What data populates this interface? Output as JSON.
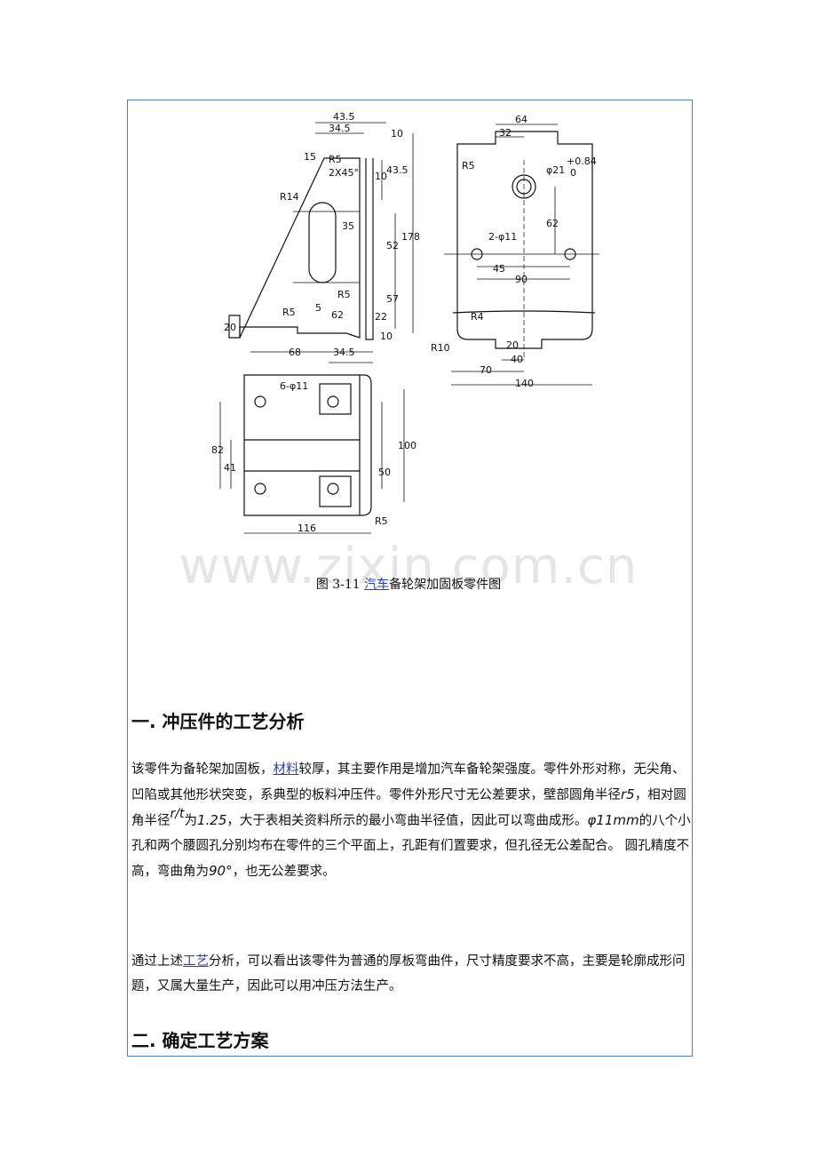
{
  "figure": {
    "caption_prefix": "图 3-11",
    "caption_link": "汽车",
    "caption_suffix": "备轮架加固板零件图",
    "watermark": "www.zixin.com.cn",
    "dims": {
      "d435": "43.5",
      "d345a": "34.5",
      "d10a": "10",
      "d15": "15",
      "r5a": "R5",
      "c2x45": "2X45°",
      "d10b": "10",
      "d435b": "43.5",
      "r14": "R14",
      "d35": "35",
      "d52": "52",
      "d178": "178",
      "r5b": "R5",
      "d57": "57",
      "r5c": "R5",
      "d5": "5",
      "d62a": "62",
      "d22": "22",
      "d20a": "20",
      "d10c": "10",
      "d68": "68",
      "d345b": "34.5",
      "d64": "64",
      "d32": "32",
      "r5d": "R5",
      "phi21": "φ21",
      "tol": "+0.84",
      "tol0": "0",
      "d62b": "62",
      "hole2": "2-φ11",
      "d45": "45",
      "d90": "90",
      "r4": "R4",
      "r10": "R10",
      "d20b": "20",
      "d70": "70",
      "d40": "40",
      "d140": "140",
      "hole6": "6-φ11",
      "d82": "82",
      "d41": "41",
      "d100": "100",
      "d50": "50",
      "r5e": "R5",
      "d116": "116"
    }
  },
  "section1": {
    "heading": "一. 冲压件的工艺分析",
    "p1_a": "该零件为备轮架加固板，",
    "p1_link": "材料",
    "p1_b": "较厚，其主要作用是增加汽车备轮架强度。零件外形对称，无尖角、凹陷或其他形状突变，系典型的板料冲压件。零件外形尺寸无公差要求，壁部圆角半径",
    "math_r5": "r5",
    "p1_c": "，相对圆角半径",
    "math_rt": "r/t",
    "p1_d": "为",
    "math_125": "1.25",
    "p1_e": "，大于表相关资料所示的最小弯曲半径值，因此可以弯曲成形。",
    "math_phi": "φ11mm",
    "p1_f": "的八个小孔和两个腰圆孔分别均布在零件的三个平面上，孔距有们置要求，但孔径无公差配合。 圆孔精度不高，弯曲角为",
    "math_90": "90°",
    "p1_g": "，也无公差要求。",
    "p2_a": "通过上述",
    "p2_link": "工艺",
    "p2_b": "分析，可以看出该零件为普通的厚板弯曲件，尺寸精度要求不高，主要是轮廓成形问题，又属大量生产，因此可以用冲压方法生产。"
  },
  "section2": {
    "heading": "二. 确定工艺方案"
  }
}
